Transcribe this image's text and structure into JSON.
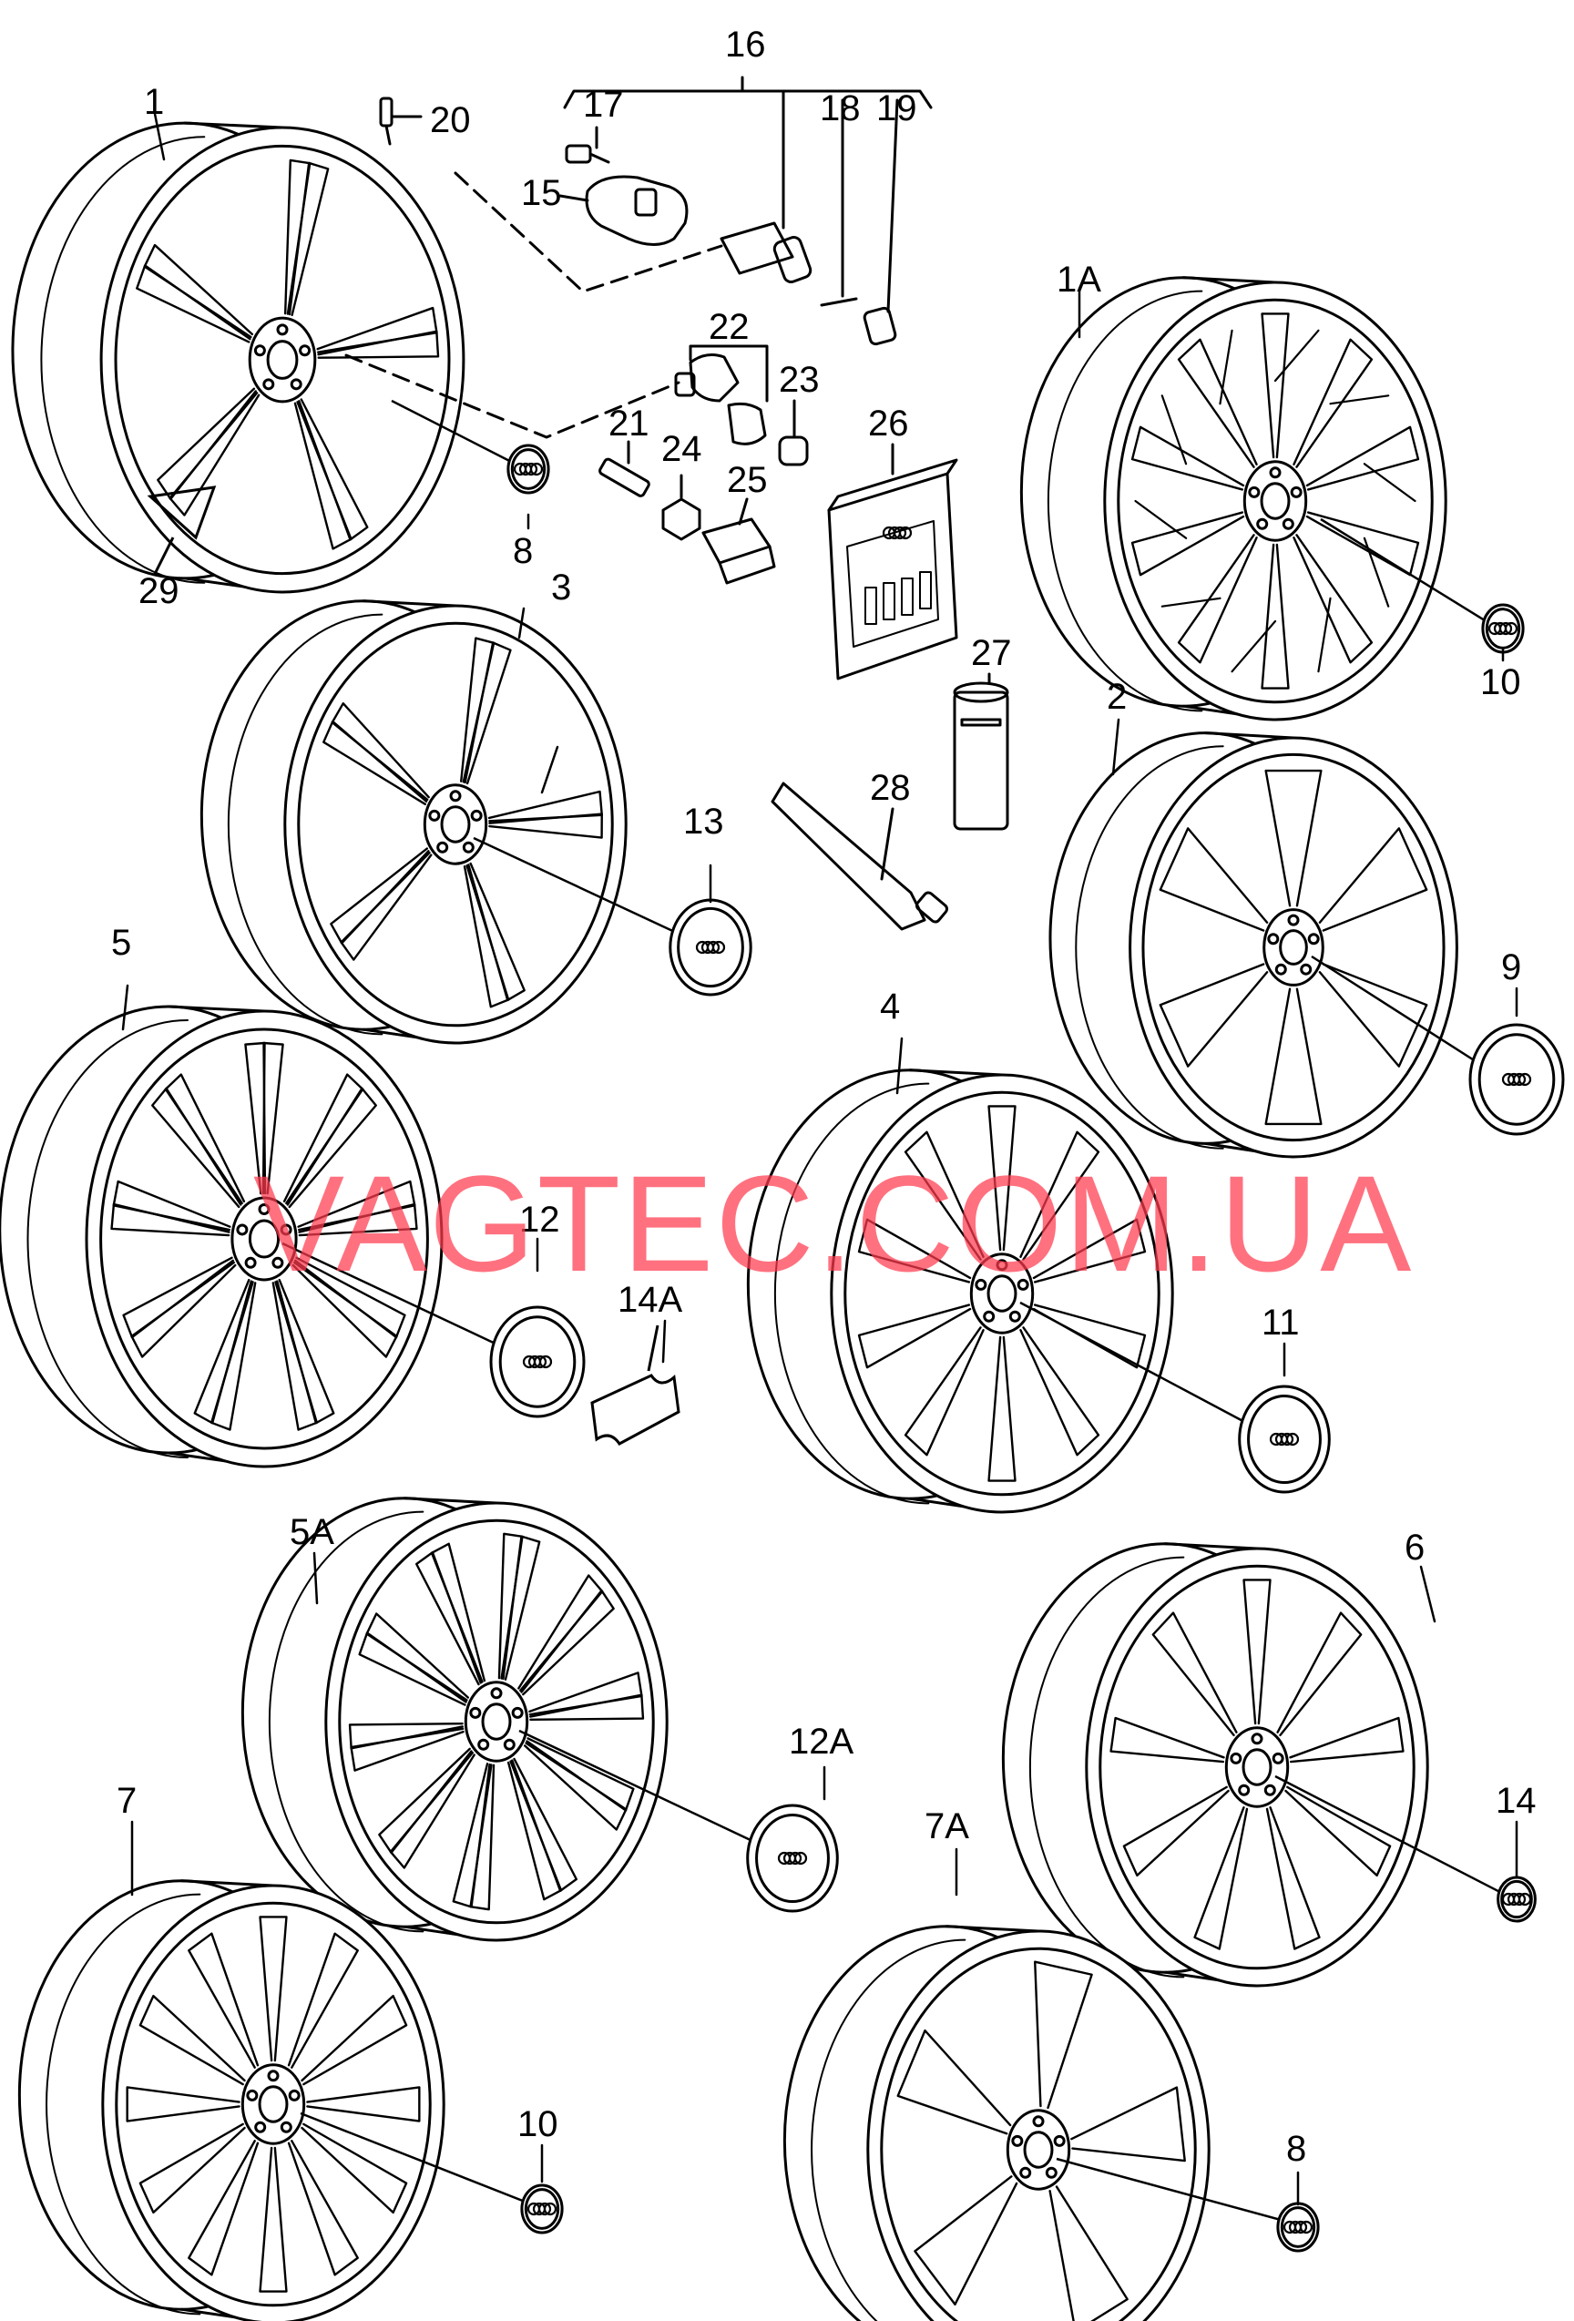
{
  "watermark": "VAGTEC.COM.UA",
  "brand_color": "#ff3b4e",
  "line_color": "#000000",
  "callouts": {
    "c16": "16",
    "c17": "17",
    "c18": "18",
    "c19": "19",
    "c20": "20",
    "c1": "1",
    "c15": "15",
    "c1A": "1A",
    "c22": "22",
    "c23": "23",
    "c21": "21",
    "c24": "24",
    "c25": "25",
    "c26": "26",
    "c8a": "8",
    "c29": "29",
    "c3": "3",
    "c27": "27",
    "c10a": "10",
    "c2": "2",
    "c28": "28",
    "c13": "13",
    "c5": "5",
    "c9": "9",
    "c4": "4",
    "c12": "12",
    "c14A": "14A",
    "c11": "11",
    "c5A": "5A",
    "c6": "6",
    "c12A": "12A",
    "c7": "7",
    "c14": "14",
    "c7A": "7A",
    "c10b": "10",
    "c8b": "8"
  }
}
